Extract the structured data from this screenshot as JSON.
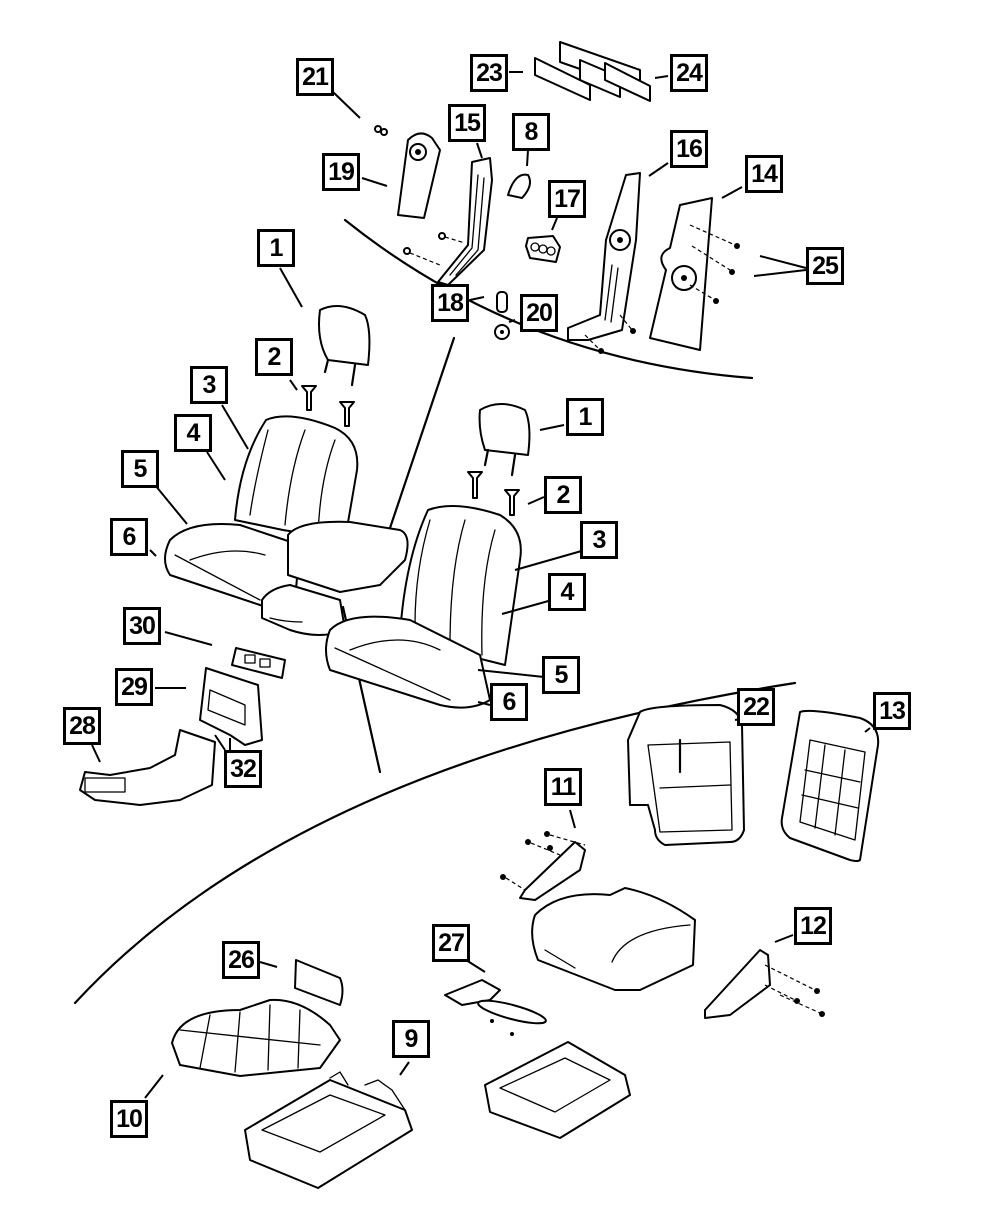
{
  "diagram": {
    "title": "Seat assembly exploded parts diagram",
    "callouts": [
      {
        "label": "21",
        "part": "screw"
      },
      {
        "label": "23",
        "part": "panel"
      },
      {
        "label": "24",
        "part": "panel"
      },
      {
        "label": "19",
        "part": "bracket"
      },
      {
        "label": "15",
        "part": "frame rail"
      },
      {
        "label": "8",
        "part": "cover"
      },
      {
        "label": "16",
        "part": "recliner frame"
      },
      {
        "label": "17",
        "part": "switch"
      },
      {
        "label": "14",
        "part": "recliner cover"
      },
      {
        "label": "25",
        "part": "screws"
      },
      {
        "label": "18",
        "part": "clip"
      },
      {
        "label": "20",
        "part": "knob"
      },
      {
        "label": "1",
        "part": "headrest (left)"
      },
      {
        "label": "2",
        "part": "headrest guide (left)"
      },
      {
        "label": "3",
        "part": "seat back (left)"
      },
      {
        "label": "4",
        "part": "seat back cover (left)"
      },
      {
        "label": "5",
        "part": "seat cushion (left)"
      },
      {
        "label": "6",
        "part": "cushion cover (left)"
      },
      {
        "label": "1",
        "part": "headrest (right)"
      },
      {
        "label": "2",
        "part": "headrest guide (right)"
      },
      {
        "label": "3",
        "part": "seat back (right)"
      },
      {
        "label": "4",
        "part": "seat back cover (right)"
      },
      {
        "label": "5",
        "part": "seat cushion (right)"
      },
      {
        "label": "6",
        "part": "cushion cover (right)"
      },
      {
        "label": "30",
        "part": "bezel"
      },
      {
        "label": "29",
        "part": "storage bin"
      },
      {
        "label": "28",
        "part": "duct"
      },
      {
        "label": "32",
        "part": "fasteners"
      },
      {
        "label": "22",
        "part": "seat back frame"
      },
      {
        "label": "13",
        "part": "back panel"
      },
      {
        "label": "11",
        "part": "hinge bracket"
      },
      {
        "label": "12",
        "part": "hinge bracket"
      },
      {
        "label": "27",
        "part": "cup holder"
      },
      {
        "label": "26",
        "part": "pad"
      },
      {
        "label": "10",
        "part": "cushion foam"
      },
      {
        "label": "9",
        "part": "cushion frame"
      }
    ]
  }
}
